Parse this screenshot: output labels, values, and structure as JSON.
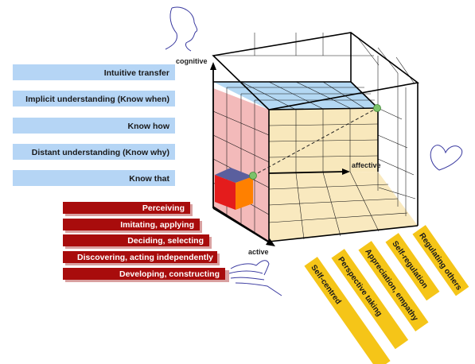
{
  "axes": {
    "cognitive": "cognitive",
    "affective": "affective",
    "active": "active"
  },
  "cognitive_levels": [
    "Intuitive transfer",
    "Implicit understanding (Know when)",
    "Know how",
    "Distant understanding (Know why)",
    "Know that"
  ],
  "active_levels": [
    "Perceiving",
    "Imitating, applying",
    "Deciding, selecting",
    "Discovering, acting independently",
    "Developing, constructing"
  ],
  "affective_levels": [
    "Self-centred",
    "Perspective taking",
    "Appreciation, empathy",
    "Self-regulation",
    "Regulating others"
  ],
  "colors": {
    "cognitive": "#b5d5f5",
    "active": "#a80c0c",
    "affective": "#f5c518",
    "marker": "#7cc26a"
  },
  "icons": [
    "head-icon",
    "heart-icon",
    "hand-icon"
  ]
}
